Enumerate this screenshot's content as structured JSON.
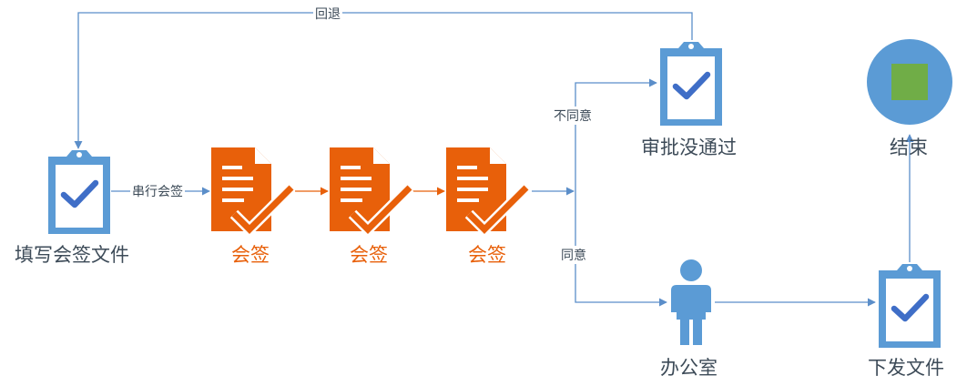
{
  "nodes": {
    "fill": {
      "label": "填写会签文件",
      "icon": "clipboard-check-icon"
    },
    "sign1": {
      "label": "会签",
      "icon": "document-check-icon"
    },
    "sign2": {
      "label": "会签",
      "icon": "document-check-icon"
    },
    "sign3": {
      "label": "会签",
      "icon": "document-check-icon"
    },
    "rejected": {
      "label": "审批没通过",
      "icon": "clipboard-check-icon"
    },
    "office": {
      "label": "办公室",
      "icon": "person-icon"
    },
    "issue": {
      "label": "下发文件",
      "icon": "clipboard-check-icon"
    },
    "end": {
      "label": "结束",
      "icon": "stop-circle-icon"
    }
  },
  "edges": {
    "serial": "串行会签",
    "return": "回退",
    "disagree": "不同意",
    "agree": "同意"
  },
  "colors": {
    "blue": "#5b9bd5",
    "dark_blue": "#3f6ec7",
    "orange": "#e8600a",
    "green": "#70ad47",
    "line": "#5b8ec9",
    "text": "#3d4b58"
  }
}
